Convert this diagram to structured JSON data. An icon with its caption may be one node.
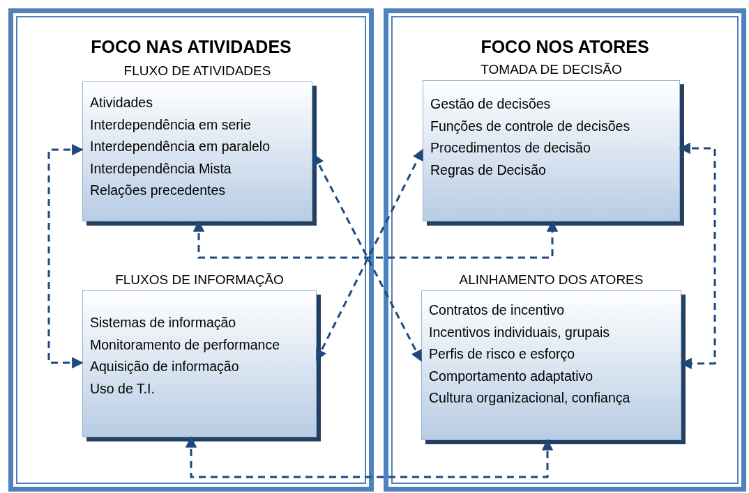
{
  "diagram": {
    "nodes": [
      {
        "text": [
          "FOCO NAS ATIVIDADES"
        ]
      },
      {
        "text": [
          "FLUXO DE ATIVIDADES",
          "Atividades",
          "Interdependência em serie",
          "Interdependência em paralelo",
          "Interdependência Mista",
          "Relações precedentes"
        ],
        "in": 0
      },
      {
        "text": [
          "FLUXOS DE INFORMAÇÃO",
          "Sistemas de informação",
          "Monitoramento de performance",
          "Aquisição de informação",
          "Uso de T.I."
        ],
        "in": 0
      },
      {
        "text": [
          "FOCO NOS ATORES"
        ]
      },
      {
        "text": [
          "TOMADA DE DECISÃO",
          "Gestão de decisões",
          "Funções de controle de decisões",
          "Procedimentos de decisão",
          "Regras de Decisão"
        ],
        "in": 3
      },
      {
        "text": [
          "ALINHAMENTO DOS ATORES",
          "Contratos de incentivo",
          "Incentivos individuais, grupais",
          "Perfis de risco e esforço",
          "Comportamento adaptativo",
          "Cultura organizacional, confiança"
        ],
        "in": 3
      }
    ],
    "edges": [
      {
        "from": 1,
        "to": 2,
        "arrow": "both",
        "style": "dashed"
      },
      {
        "from": 4,
        "to": 5,
        "arrow": "both",
        "style": "dashed"
      },
      {
        "from": 1,
        "to": 4,
        "arrow": "both",
        "style": "dashed"
      },
      {
        "from": 2,
        "to": 5,
        "arrow": "both",
        "style": "dashed"
      },
      {
        "from": 1,
        "to": 5,
        "arrow": "both",
        "style": "dashed"
      },
      {
        "from": 2,
        "to": 4,
        "arrow": "both",
        "style": "dashed"
      }
    ]
  }
}
